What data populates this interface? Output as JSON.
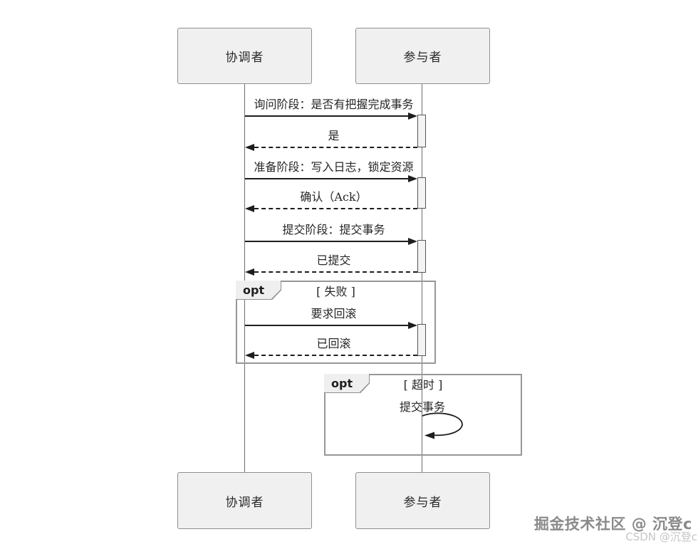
{
  "diagram": {
    "actors": {
      "coordinator": "协调者",
      "participant": "参与者"
    },
    "messages": {
      "m1": "询问阶段：是否有把握完成事务",
      "r1": "是",
      "m2": "准备阶段：写入日志，锁定资源",
      "r2": "确认（Ack）",
      "m3": "提交阶段：提交事务",
      "r3": "已提交"
    },
    "fragments": {
      "fail": {
        "operator": "opt",
        "guard": "[ 失败 ]",
        "request": "要求回滚",
        "reply": "已回滚"
      },
      "timeout": {
        "operator": "opt",
        "guard": "[ 超时 ]",
        "self_message": "提交事务"
      }
    },
    "watermark": {
      "primary": "掘金技术社区 @ 沉登c",
      "secondary": "CSDN @沉登c"
    },
    "colors": {
      "actor_fill": "#f0f0f0",
      "actor_border": "#8f8f8f",
      "line": "#1d1d1d",
      "fragment_border": "#979797"
    }
  }
}
